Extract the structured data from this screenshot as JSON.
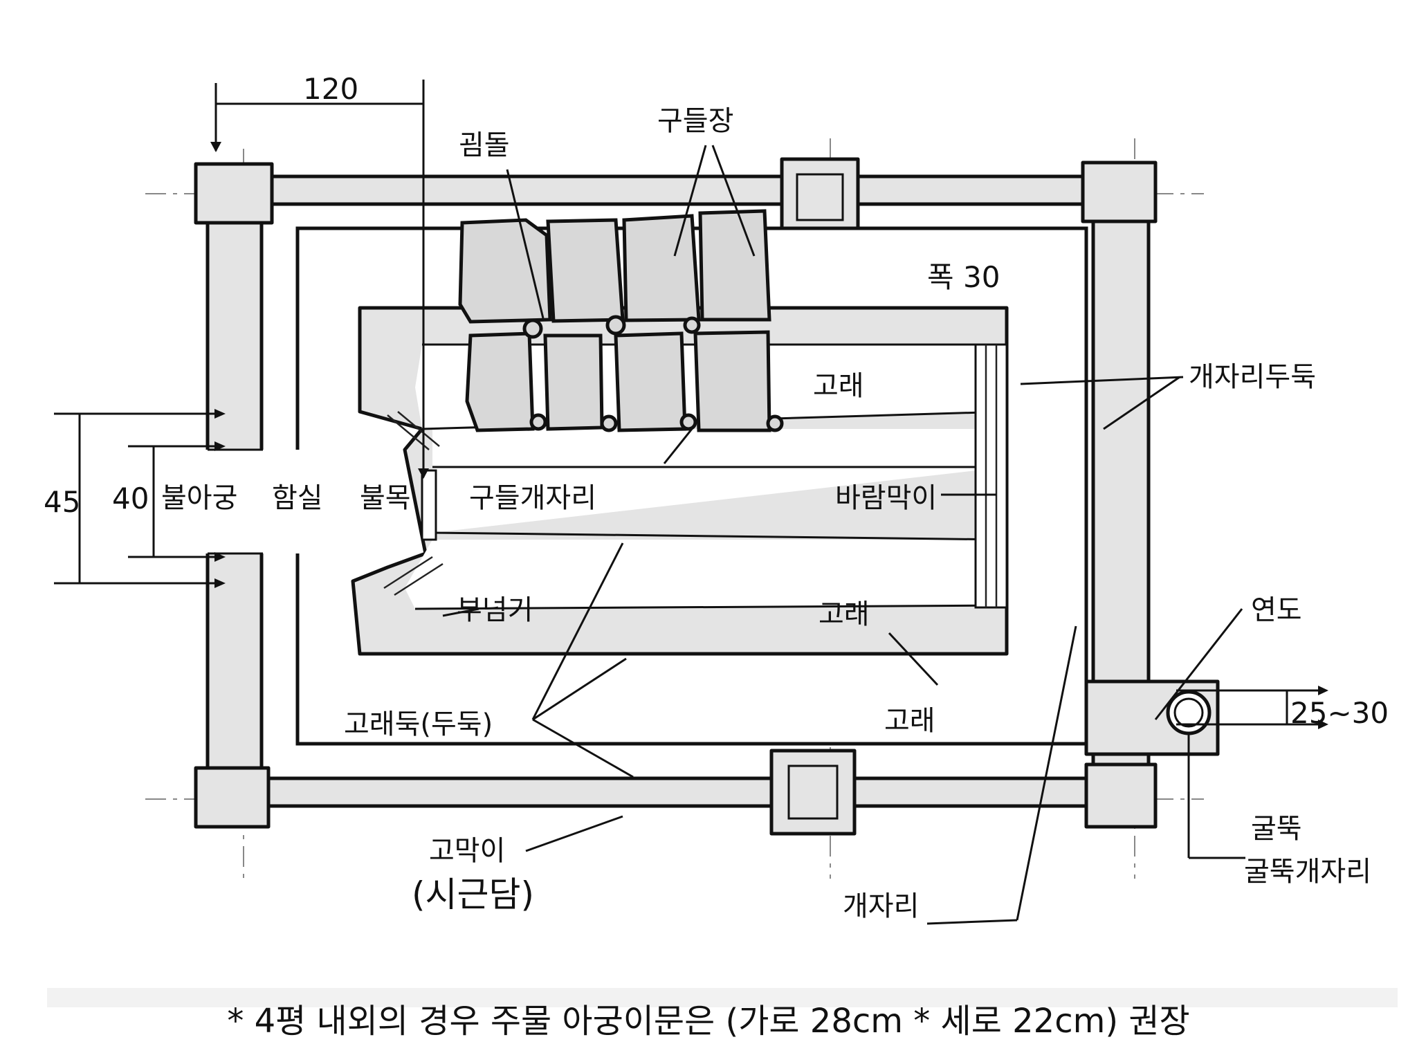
{
  "dimensions": {
    "top_width": "120",
    "opening_outer": "45",
    "opening_inner": "40",
    "ridge_width": "폭 30",
    "flue_size": "25~30"
  },
  "labels": {
    "goimdol": "굄돌",
    "gudeuljang": "구들장",
    "bul_agung": "불아궁",
    "hamsil": "함실",
    "bulmok": "불목",
    "gudeul_gaejari": "구들개자리",
    "gorae_top": "고래",
    "gorae_mid": "고래",
    "gorae_bottom": "고래",
    "barammagi": "바람막이",
    "gaejari_duduk": "개자리두둑",
    "yeondo": "연도",
    "bunumgi": "부넘기",
    "gorae_duk": "고래둑(두둑)",
    "gomagi": "고막이",
    "sigeundam": "(시근담)",
    "gaejari": "개자리",
    "gulttuk": "굴뚝",
    "gulttuk_gaejari": "굴뚝개자리"
  },
  "footnote": "* 4평 내외의 경우 주물 아궁이문은 (가로 28cm * 세로 22cm) 권장",
  "colors": {
    "line": "#111111",
    "fill": "#e4e4e4",
    "background": "#ffffff"
  }
}
